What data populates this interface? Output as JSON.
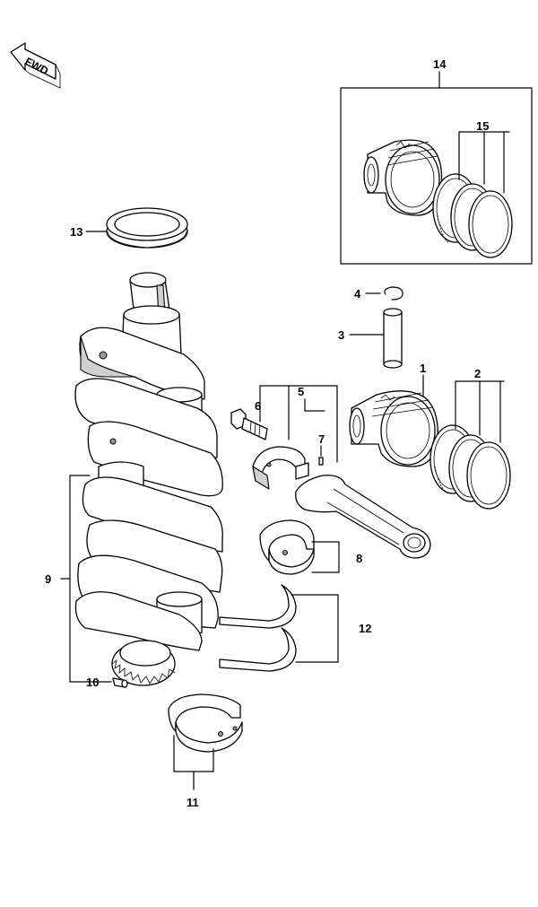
{
  "diagram": {
    "direction_indicator": "FWD",
    "callouts": {
      "c1": "1",
      "c2": "2",
      "c3": "3",
      "c4": "4",
      "c5": "5",
      "c6": "6",
      "c7": "7",
      "c8": "8",
      "c9": "9",
      "c10": "10",
      "c11": "11",
      "c12": "12",
      "c13": "13",
      "c14": "14",
      "c15": "15"
    }
  }
}
